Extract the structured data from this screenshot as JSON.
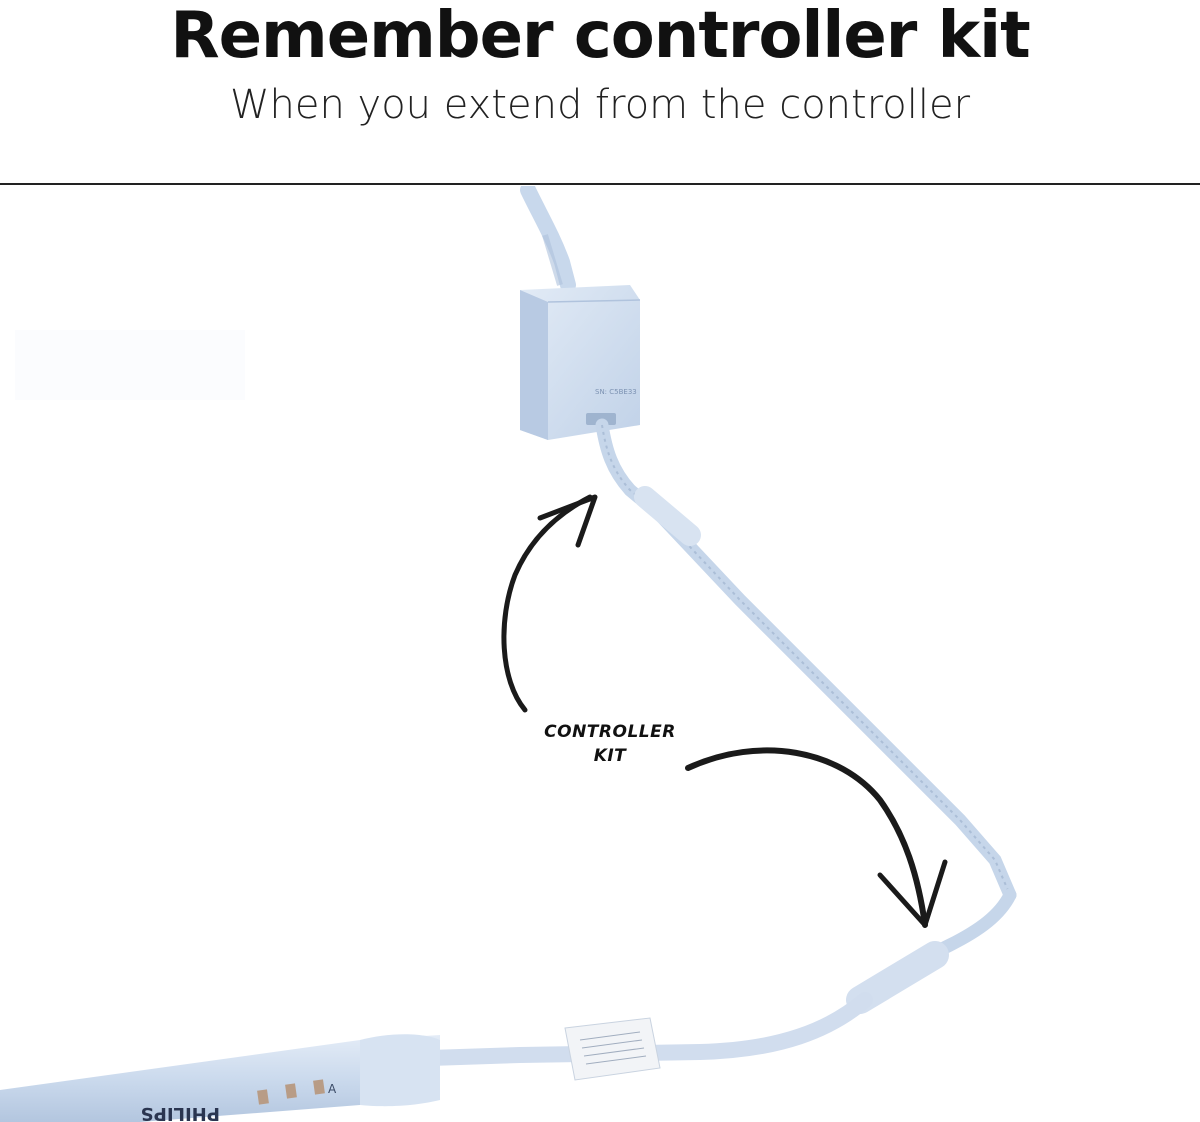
{
  "header": {
    "title": "Remember controller kit",
    "subtitle": "When you extend from the controller"
  },
  "photo": {
    "annotation_line1": "CONTROLLER",
    "annotation_line2": "KIT",
    "controller_label": "SN: C5BE33",
    "strip_brand": "PHILIPS",
    "strip_letter": "A",
    "colors": {
      "cable": "#c6d6ea",
      "cable_shadow": "#9fb4cf",
      "box": "#d3e0ef",
      "arrow": "#1a1a1a"
    }
  }
}
